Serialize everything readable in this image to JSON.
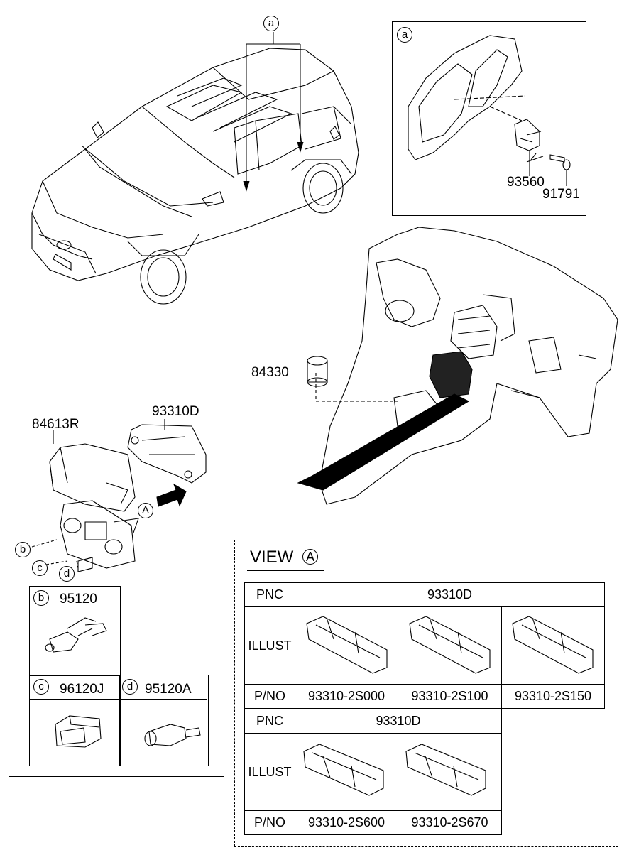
{
  "callouts": {
    "car_a": "a",
    "inset_a": "a",
    "b": "b",
    "c": "c",
    "d": "d",
    "arrow_A": "A",
    "view_A": "A"
  },
  "parts": {
    "p93560": "93560",
    "p91791": "91791",
    "p84330": "84330",
    "p84613R": "84613R",
    "p93310D": "93310D"
  },
  "sub_boxes": {
    "b": {
      "letter": "b",
      "part": "95120"
    },
    "c": {
      "letter": "c",
      "part": "96120J"
    },
    "d": {
      "letter": "d",
      "part": "95120A"
    }
  },
  "view": {
    "title": "VIEW",
    "table1": {
      "pnc_label": "PNC",
      "pnc_value": "93310D",
      "illust_label": "ILLUST",
      "pno_label": "P/NO",
      "pnos": [
        "93310-2S000",
        "93310-2S100",
        "93310-2S150"
      ]
    },
    "table2": {
      "pnc_label": "PNC",
      "pnc_value": "93310D",
      "illust_label": "ILLUST",
      "pno_label": "P/NO",
      "pnos": [
        "93310-2S600",
        "93310-2S670"
      ]
    }
  }
}
